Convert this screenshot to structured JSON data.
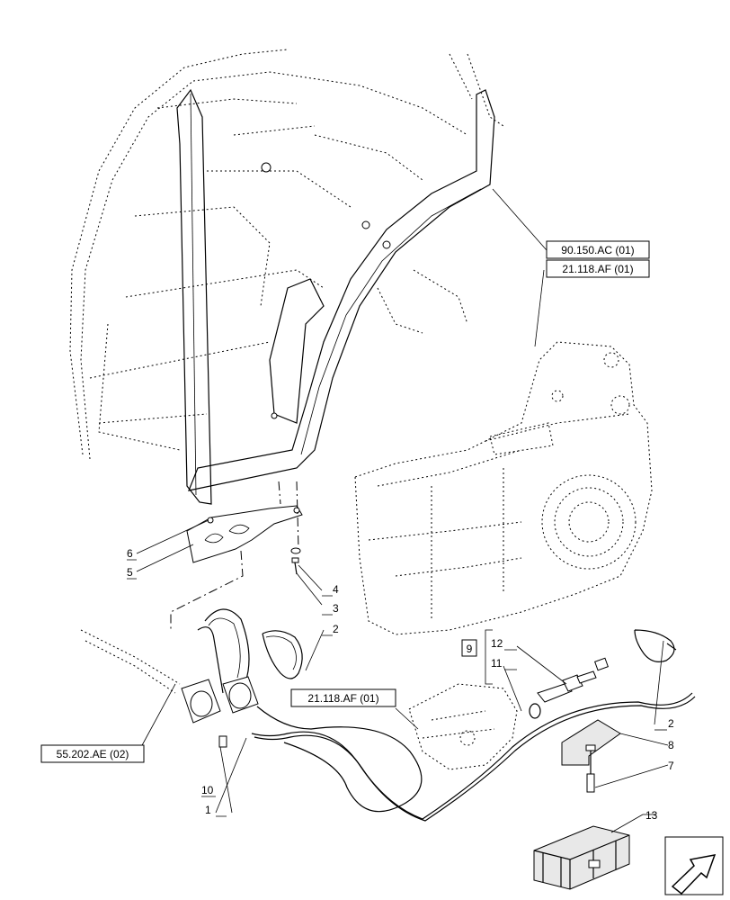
{
  "references": {
    "ref_90_150_ac": "90.150.AC (01)",
    "ref_21_118_af_top": "21.118.AF (01)",
    "ref_21_118_af_mid": "21.118.AF (01)",
    "ref_55_202_ae": "55.202.AE (02)"
  },
  "callouts": {
    "c1": "1",
    "c2a": "2",
    "c2b": "2",
    "c3": "3",
    "c4": "4",
    "c5": "5",
    "c6": "6",
    "c7": "7",
    "c8": "8",
    "c9": "9",
    "c10": "10",
    "c11": "11",
    "c12": "12",
    "c13": "13"
  },
  "icons": {
    "nav_arrow": "arrow-icon",
    "kit_box": "crate-icon"
  }
}
